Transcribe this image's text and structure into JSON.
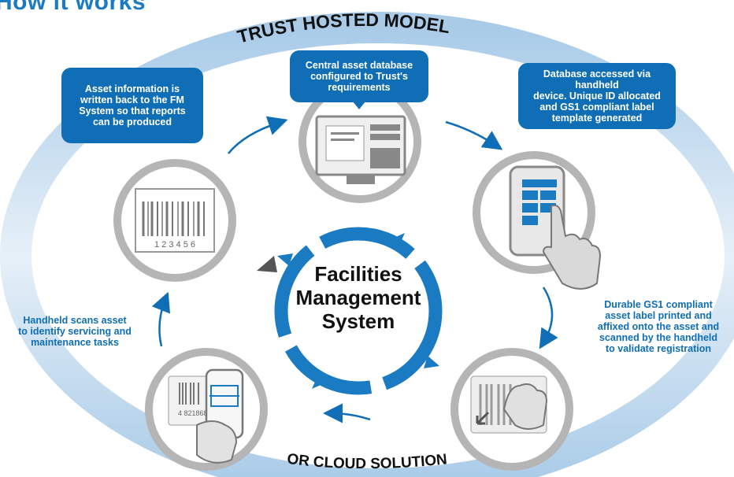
{
  "page": {
    "title": "How it works"
  },
  "ring": {
    "top_label": "TRUST HOSTED MODEL",
    "bottom_label": "OR CLOUD SOLUTION"
  },
  "center": {
    "label": "Facilities\nManagement\nSystem"
  },
  "steps": [
    {
      "id": "database",
      "text": "Central asset database\nconfigured to Trust's\nrequirements",
      "icon": "monitor-icon"
    },
    {
      "id": "handheld",
      "text": "Database accessed via handheld\ndevice. Unique ID allocated\nand GS1 compliant label\ntemplate generated",
      "icon": "tablet-touch-icon"
    },
    {
      "id": "label",
      "text": "Durable GS1 compliant\nasset label printed and\naffixed onto the asset and\nscanned by the handheld\nto validate registration",
      "icon": "label-apply-icon"
    },
    {
      "id": "scan",
      "text": "Handheld scans asset\nto identify servicing and\nmaintenance tasks",
      "icon": "phone-scan-icon"
    },
    {
      "id": "writeback",
      "text": "Asset information is\nwritten back to the FM\nSystem so that reports\ncan be produced",
      "icon": "barcode-icon"
    }
  ],
  "barcode_digits": "1 2 3 4 5 6",
  "scan_digits": "4 821868",
  "colors": {
    "brand_blue": "#0f6eb5",
    "ring_light": "#cfe3f2",
    "circle_gray": "#9a9a9a"
  }
}
